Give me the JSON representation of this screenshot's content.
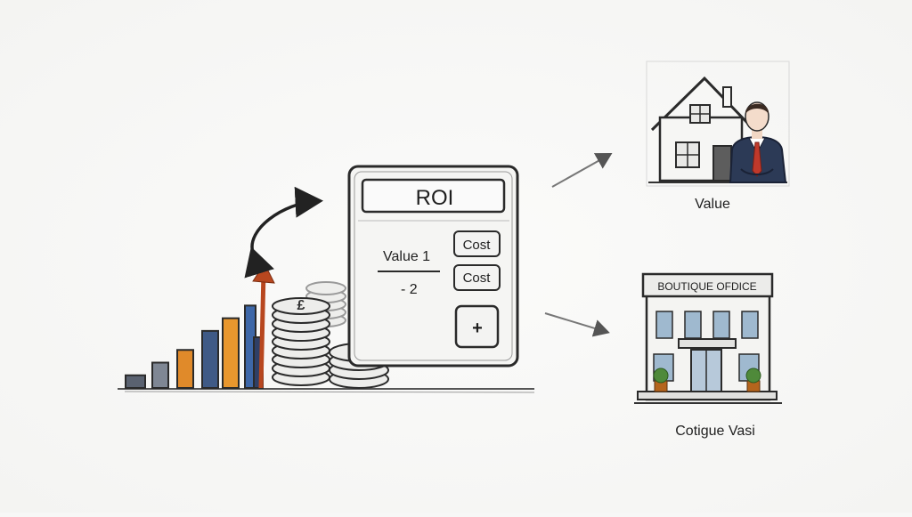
{
  "calculator": {
    "display": "ROI",
    "formula_top": "Value 1",
    "formula_bottom": "- 2",
    "cost_button_1": "Cost",
    "cost_button_2": "Cost",
    "plus_button": "+"
  },
  "chart_data": {
    "type": "bar",
    "categories": [
      "",
      "",
      "",
      "",
      "",
      "",
      "",
      ""
    ],
    "values": [
      2,
      4,
      6,
      9,
      11,
      13,
      8,
      16
    ],
    "colors": [
      "#5a6270",
      "#7f8794",
      "#e08a2a",
      "#3f5a86",
      "#e8972e",
      "#3d67a8",
      "#2f3f66",
      "#b8471f"
    ]
  },
  "coins": {
    "symbol": "£"
  },
  "house_panel": {
    "caption": "Value"
  },
  "office_panel": {
    "sign": "BOUTIQUE OFDICE",
    "caption": "Cotigue Vasi"
  },
  "colors": {
    "ink": "#2a2a2a",
    "tie": "#c0392b",
    "suit": "#2c3a56",
    "arrow_red": "#b8471f"
  }
}
